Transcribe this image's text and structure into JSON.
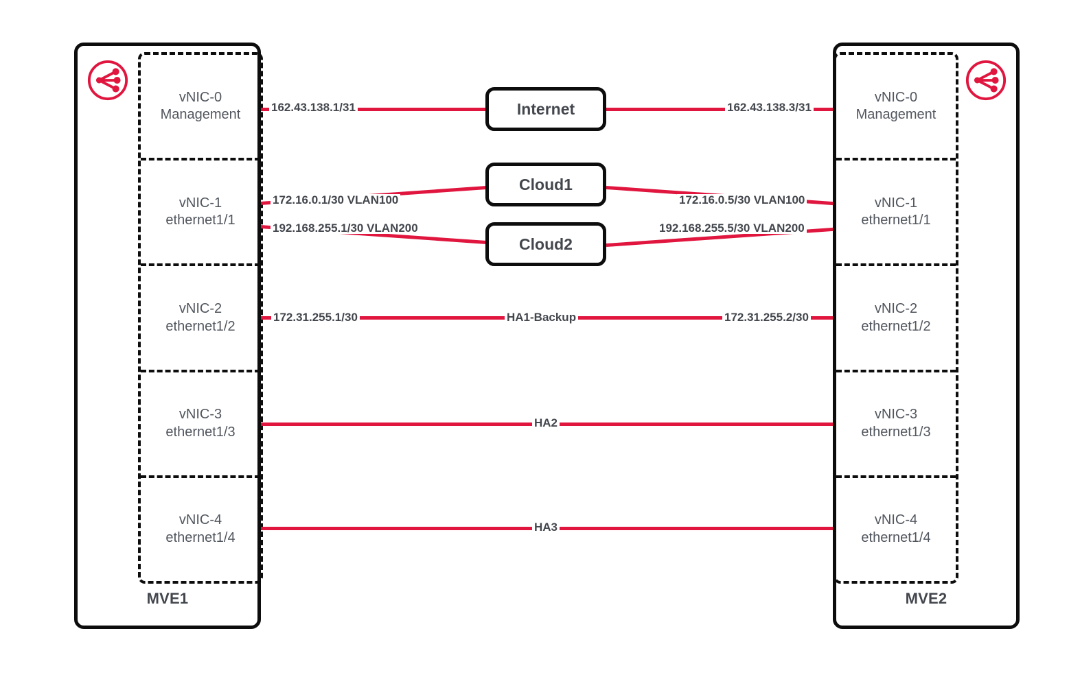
{
  "diagram": {
    "title": "MVE1 / MVE2 high-availability network topology",
    "accent_color": "#e0163f",
    "text_color": "#43474d",
    "line_color": "#0d0d0d"
  },
  "devices": [
    {
      "id": "mve1",
      "name": "MVE1",
      "icon": "share-nodes-icon",
      "nics": [
        {
          "line1": "vNIC-0",
          "line2": "Management"
        },
        {
          "line1": "vNIC-1",
          "line2": "ethernet1/1"
        },
        {
          "line1": "vNIC-2",
          "line2": "ethernet1/2"
        },
        {
          "line1": "vNIC-3",
          "line2": "ethernet1/3"
        },
        {
          "line1": "vNIC-4",
          "line2": "ethernet1/4"
        }
      ]
    },
    {
      "id": "mve2",
      "name": "MVE2",
      "icon": "share-nodes-icon",
      "nics": [
        {
          "line1": "vNIC-0",
          "line2": "Management"
        },
        {
          "line1": "vNIC-1",
          "line2": "ethernet1/1"
        },
        {
          "line1": "vNIC-2",
          "line2": "ethernet1/2"
        },
        {
          "line1": "vNIC-3",
          "line2": "ethernet1/3"
        },
        {
          "line1": "vNIC-4",
          "line2": "ethernet1/4"
        }
      ]
    }
  ],
  "nodes": [
    {
      "id": "internet",
      "label": "Internet"
    },
    {
      "id": "cloud1",
      "label": "Cloud1"
    },
    {
      "id": "cloud2",
      "label": "Cloud2"
    }
  ],
  "links": [
    {
      "id": "management",
      "left_label": "162.43.138.1/31",
      "right_label": "162.43.138.3/31",
      "via": "Internet"
    },
    {
      "id": "vlan100",
      "left_label": "172.16.0.1/30 VLAN100",
      "right_label": "172.16.0.5/30 VLAN100",
      "via": "Cloud1"
    },
    {
      "id": "vlan200",
      "left_label": "192.168.255.1/30 VLAN200",
      "right_label": "192.168.255.5/30 VLAN200",
      "via": "Cloud2"
    },
    {
      "id": "ha1-backup",
      "left_label": "172.31.255.1/30",
      "center_label": "HA1-Backup",
      "right_label": "172.31.255.2/30"
    },
    {
      "id": "ha2",
      "center_label": "HA2"
    },
    {
      "id": "ha3",
      "center_label": "HA3"
    }
  ]
}
